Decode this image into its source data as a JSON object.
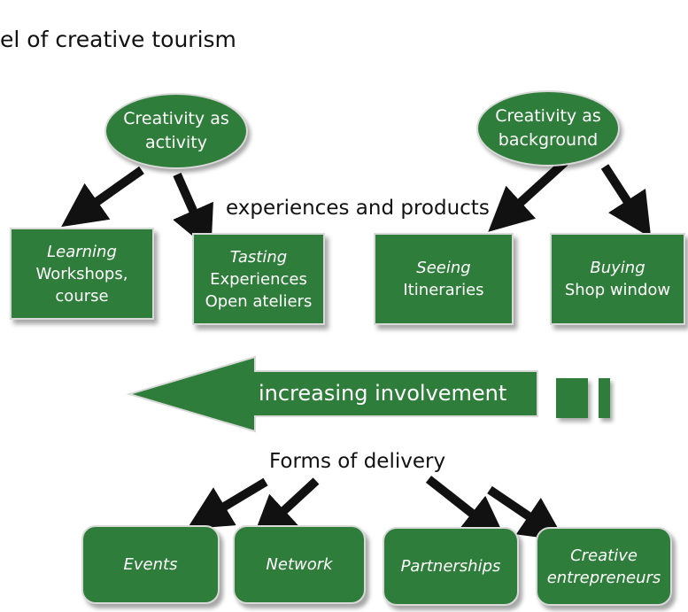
{
  "title": "el of creative tourism",
  "ovals": {
    "activity": "Creativity as\nactivity",
    "background": "Creativity as\nbackground"
  },
  "experiences_label": "experiences and products",
  "boxes": [
    {
      "heading": "Learning",
      "desc": "Workshops,\ncourse"
    },
    {
      "heading": "Tasting",
      "desc": "Experiences\nOpen ateliers"
    },
    {
      "heading": "Seeing",
      "desc": "Itineraries"
    },
    {
      "heading": "Buying",
      "desc": "Shop window"
    }
  ],
  "arrow_label": "increasing involvement",
  "delivery_label": "Forms of delivery",
  "delivery": [
    "Events",
    "Network",
    "Partnerships",
    "Creative\nentrepreneurs"
  ],
  "colors": {
    "box_fill": "#2f7d3a",
    "arrow": "#111111",
    "border": "#d9d9d9"
  }
}
